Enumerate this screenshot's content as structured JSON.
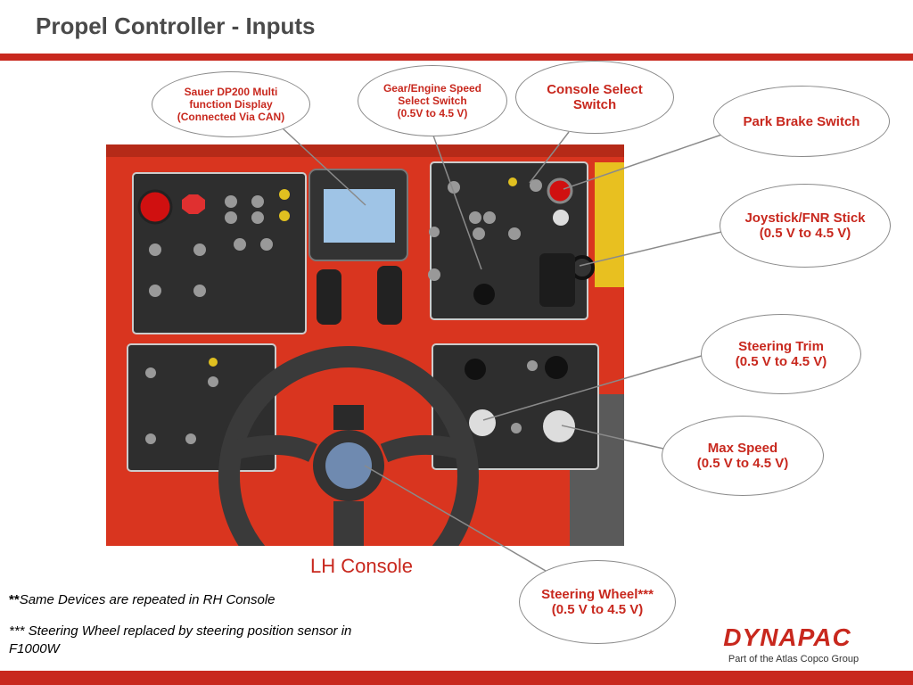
{
  "header": {
    "title": "Propel Controller - Inputs"
  },
  "photo": {
    "caption": "LH Console"
  },
  "callouts": {
    "display": "Sauer DP200 Multi\nfunction Display\n(Connected Via CAN)",
    "gear": "Gear/Engine Speed\nSelect Switch\n(0.5V to 4.5 V)",
    "console": "Console Select\nSwitch",
    "park": "Park Brake Switch",
    "joystick": "Joystick/FNR Stick\n(0.5 V to 4.5 V)",
    "trim": "Steering Trim\n(0.5 V to 4.5 V)",
    "maxspeed": "Max Speed\n(0.5 V to 4.5 V)",
    "wheel": "Steering Wheel***\n(0.5 V to 4.5 V)"
  },
  "notes": {
    "note1_marker": "**",
    "note1_text": "Same Devices are repeated in RH Console",
    "note2_text": "*** Steering Wheel replaced by steering position sensor in F1000W"
  },
  "logo": {
    "brand": "DYNAPAC",
    "tagline": "Part of the Atlas Copco Group"
  },
  "colors": {
    "accent": "#c8281e",
    "panel": "#2e2e2e",
    "console": "#d9351f"
  }
}
